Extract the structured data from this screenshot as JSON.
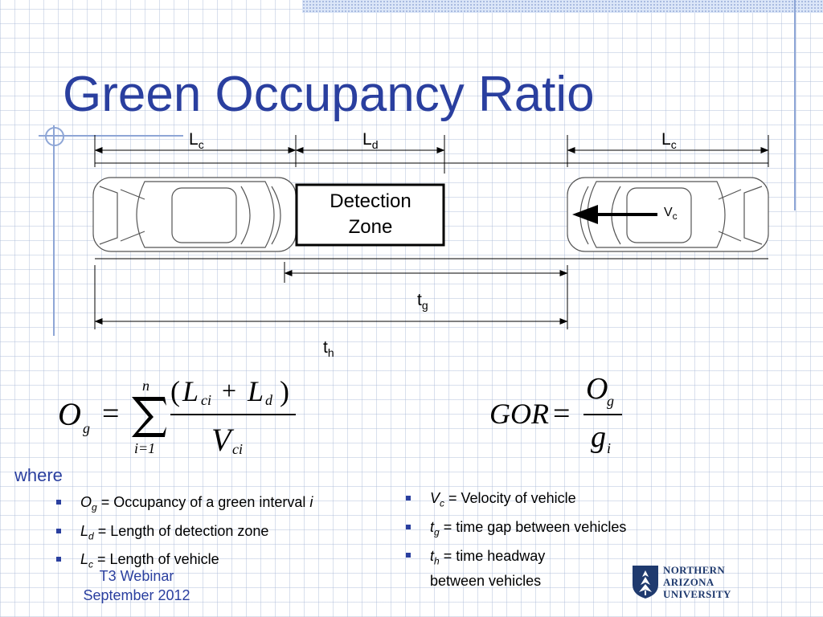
{
  "slide": {
    "title": "Green Occupancy Ratio",
    "diagram": {
      "lc_left": {
        "main": "L",
        "sub": "c"
      },
      "ld": {
        "main": "L",
        "sub": "d"
      },
      "lc_right": {
        "main": "L",
        "sub": "c"
      },
      "zone_line1": "Detection",
      "zone_line2": "Zone",
      "vc": {
        "main": "V",
        "sub": "c"
      },
      "tg": {
        "main": "t",
        "sub": "g"
      },
      "th": {
        "main": "t",
        "sub": "h"
      }
    },
    "formula_og": {
      "lhs_main": "O",
      "lhs_sub": "g",
      "equals": "=",
      "sum_upper": "n",
      "sum_lower": "i=1",
      "num_open": "(",
      "num_l1": "L",
      "num_l1_sub": "ci",
      "num_plus": "+",
      "num_l2": "L",
      "num_l2_sub": "d",
      "num_close": ")",
      "den_main": "V",
      "den_sub": "ci"
    },
    "formula_gor": {
      "lhs": "GOR",
      "equals": "=",
      "num_main": "O",
      "num_sub": "g",
      "den_main": "g",
      "den_sub": "i"
    },
    "where_label": "where",
    "left_bullets": [
      {
        "sym": "O",
        "sub": "g",
        "text": " = Occupancy of a green interval ",
        "tail": "i"
      },
      {
        "sym": "L",
        "sub": "d",
        "text": " = Length of detection zone",
        "tail": ""
      },
      {
        "sym": "L",
        "sub": "c",
        "text": " = Length of vehicle",
        "tail": ""
      }
    ],
    "right_bullets": [
      {
        "sym": "V",
        "sub": "c",
        "text": " = Velocity of vehicle",
        "line2": ""
      },
      {
        "sym": "t",
        "sub": "g",
        "text": " = time gap between vehicles",
        "line2": ""
      },
      {
        "sym": "t",
        "sub": "h",
        "text": " = time headway",
        "line2": "between vehicles"
      }
    ],
    "footer": {
      "line1": "T3 Webinar",
      "line2": "September 2012"
    },
    "logo": {
      "line1": "NORTHERN",
      "line2": "ARIZONA",
      "line3": "UNIVERSITY"
    },
    "colors": {
      "title": "#2a3f9f",
      "deco": "#8ea6d6",
      "logo": "#1f3a6e"
    }
  }
}
